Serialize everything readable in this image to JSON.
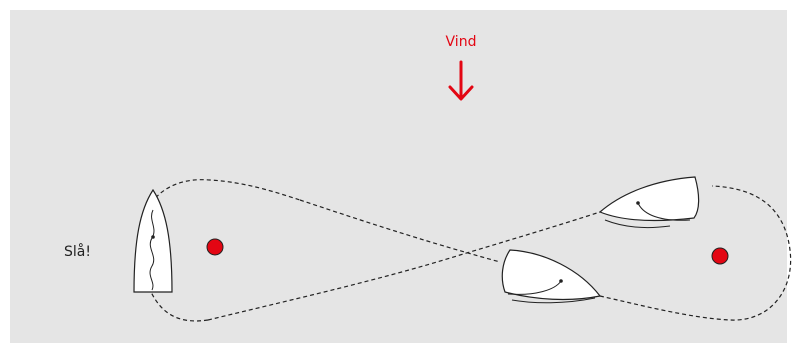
{
  "diagram": {
    "wind_label": "Vind",
    "tack_label": "Slå!"
  },
  "colors": {
    "background": "#e5e5e5",
    "wind": "#e30613",
    "mark": "#e30613",
    "course_line": "#222222",
    "boat_fill": "#ffffff",
    "boat_stroke": "#222222",
    "text": "#222222"
  },
  "legend": {
    "elements": [
      "wind-arrow",
      "mark-left",
      "mark-right",
      "course-path",
      "boat-tacking",
      "boat-upper-right",
      "boat-center"
    ]
  }
}
